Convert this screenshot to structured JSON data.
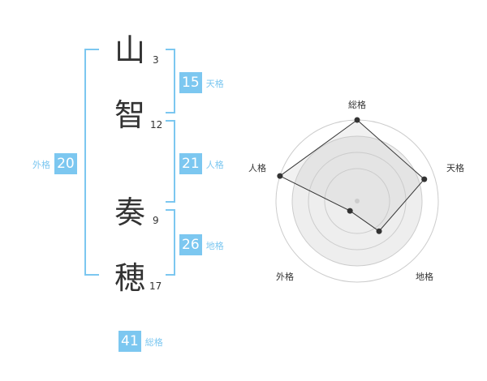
{
  "name": [
    {
      "char": "山",
      "strokes": "3"
    },
    {
      "char": "智",
      "strokes": "12"
    },
    {
      "char": "奏",
      "strokes": "9"
    },
    {
      "char": "穂",
      "strokes": "17"
    }
  ],
  "kaku": {
    "tenkaku": {
      "value": "15",
      "label": "天格"
    },
    "jinkaku": {
      "value": "21",
      "label": "人格"
    },
    "chikaku": {
      "value": "26",
      "label": "地格"
    },
    "gaikaku": {
      "value": "20",
      "label": "外格"
    },
    "soukaku": {
      "value": "41",
      "label": "総格"
    }
  },
  "radar": {
    "labels": {
      "soukaku": "総格",
      "tenkaku": "天格",
      "chikaku": "地格",
      "gaikaku": "外格",
      "jinkaku": "人格"
    },
    "values": {
      "soukaku": 1.0,
      "tenkaku": 0.87,
      "chikaku": 0.46,
      "gaikaku": 0.15,
      "jinkaku": 1.0
    },
    "colors": {
      "ring": "#cccccc",
      "fill": "#eeeeee",
      "line": "#333333",
      "point": "#333333",
      "center": "#cccccc"
    }
  },
  "colors": {
    "accent": "#7cc7f0",
    "text": "#333333"
  }
}
